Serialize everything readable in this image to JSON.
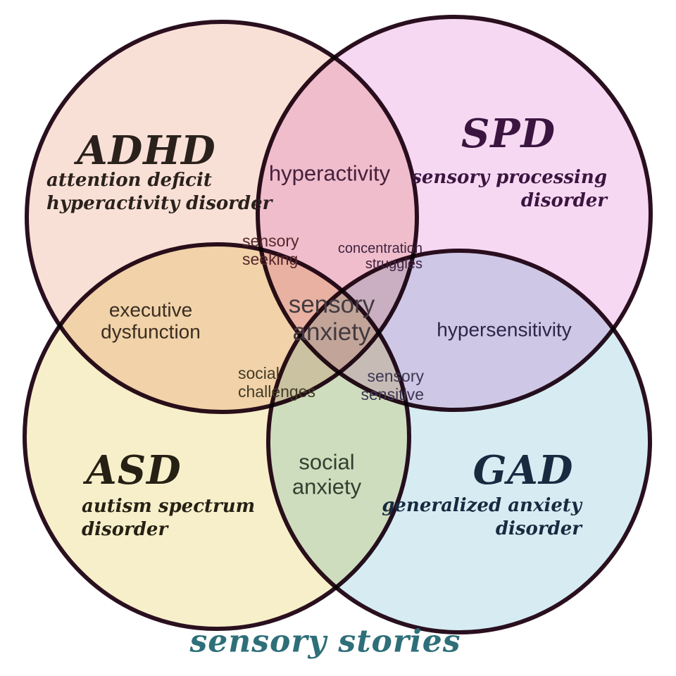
{
  "diagram": {
    "background": "#ffffff",
    "outline_color": "#2a101f"
  },
  "circles": [
    {
      "id": "adhd",
      "title": "ADHD",
      "subtitle": [
        "attention deficit",
        "hyperactivity disorder"
      ],
      "fill": "#f9e0d6",
      "text_color": "#2a211c"
    },
    {
      "id": "spd",
      "title": "SPD",
      "subtitle": [
        "sensory processing",
        "disorder"
      ],
      "fill": "#f6d8f3",
      "text_color": "#3b1540"
    },
    {
      "id": "asd",
      "title": "ASD",
      "subtitle": [
        "autism spectrum",
        "disorder"
      ],
      "fill": "#f7efca",
      "text_color": "#262014"
    },
    {
      "id": "gad",
      "title": "GAD",
      "subtitle": [
        "generalized anxiety",
        "disorder"
      ],
      "fill": "#d6ecf2",
      "text_color": "#182a40"
    }
  ],
  "overlaps": [
    {
      "id": "hyperactivity",
      "lines": [
        "hyperactivity"
      ],
      "color": "#46203c"
    },
    {
      "id": "sensory_seeking",
      "lines": [
        "sensory",
        "seeking"
      ],
      "color": "#55262b"
    },
    {
      "id": "concentration_struggles",
      "lines": [
        "concentration",
        "struggles"
      ],
      "color": "#3f2340"
    },
    {
      "id": "executive_dysfunction",
      "lines": [
        "executive",
        "dysfunction"
      ],
      "color": "#3a2d20"
    },
    {
      "id": "sensory_anxiety",
      "lines": [
        "sensory",
        "anxiety"
      ],
      "color": "#433a40"
    },
    {
      "id": "hypersensitivity",
      "lines": [
        "hypersensitivity"
      ],
      "color": "#2e2547"
    },
    {
      "id": "social_challenges",
      "lines": [
        "social",
        "challenges"
      ],
      "color": "#403a25"
    },
    {
      "id": "sensory_sensitive",
      "lines": [
        "sensory",
        "sensitive"
      ],
      "color": "#3d3752"
    },
    {
      "id": "social_anxiety",
      "lines": [
        "social",
        "anxiety"
      ],
      "color": "#31402f"
    }
  ],
  "caption": {
    "text": "sensory stories",
    "color": "#2e6f79"
  }
}
